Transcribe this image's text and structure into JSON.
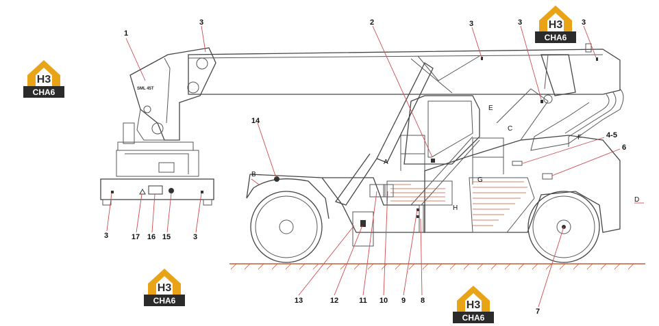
{
  "brand": {
    "logo_mark": "H3",
    "logo_text": "CHA6",
    "colors": {
      "gold": "#e8a317",
      "dark": "#2b2b2b"
    }
  },
  "model_label": "SML 45T",
  "callouts": {
    "c1": "1",
    "c2": "2",
    "c3": "3",
    "c45": "4-5",
    "c6": "6",
    "c7": "7",
    "c8": "8",
    "c9": "9",
    "c10": "10",
    "c11": "11",
    "c12": "12",
    "c13": "13",
    "c14": "14",
    "c15": "15",
    "c16": "16",
    "c17": "17"
  },
  "zones": {
    "a": "A",
    "b": "B",
    "c": "C",
    "d": "D",
    "e": "E",
    "f": "F",
    "g": "G",
    "h": "H"
  }
}
